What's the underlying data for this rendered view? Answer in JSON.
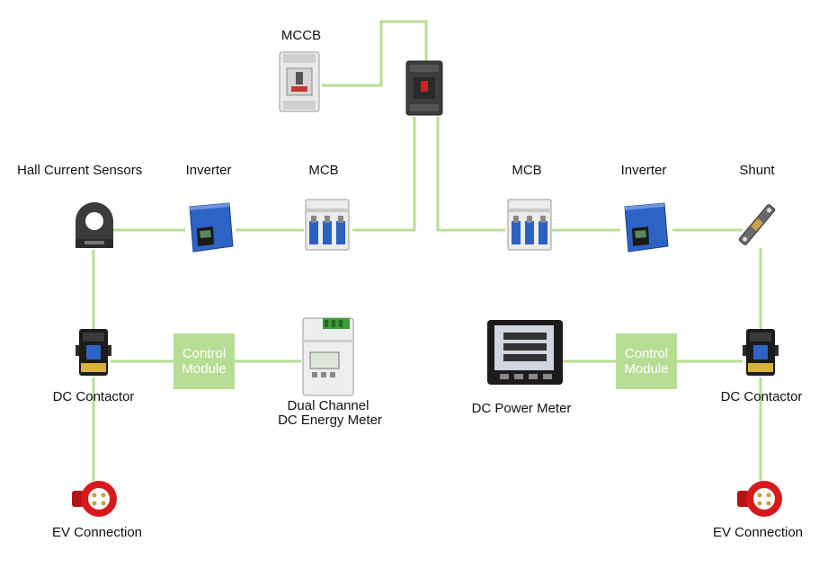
{
  "labels": {
    "mccb": "MCCB",
    "hall": "Hall Current Sensors",
    "inverter_left": "Inverter",
    "mcb_left": "MCB",
    "mcb_right": "MCB",
    "inverter_right": "Inverter",
    "shunt": "Shunt",
    "dc_contactor_left": "DC Contactor",
    "dc_contactor_right": "DC Contactor",
    "energy_meter_line1": "Dual Channel",
    "energy_meter_line2": "DC Energy Meter",
    "power_meter": "DC Power Meter",
    "ev_left": "EV Connection",
    "ev_right": "EV Connection",
    "control_module_left_line1": "Control",
    "control_module_left_line2": "Module",
    "control_module_right_line1": "Control",
    "control_module_right_line2": "Module"
  },
  "colors": {
    "wire": "#b7dd95",
    "module_fill": "#b7dd95",
    "inverter_blue": "#2e63c6",
    "plug_red": "#d8191c"
  }
}
